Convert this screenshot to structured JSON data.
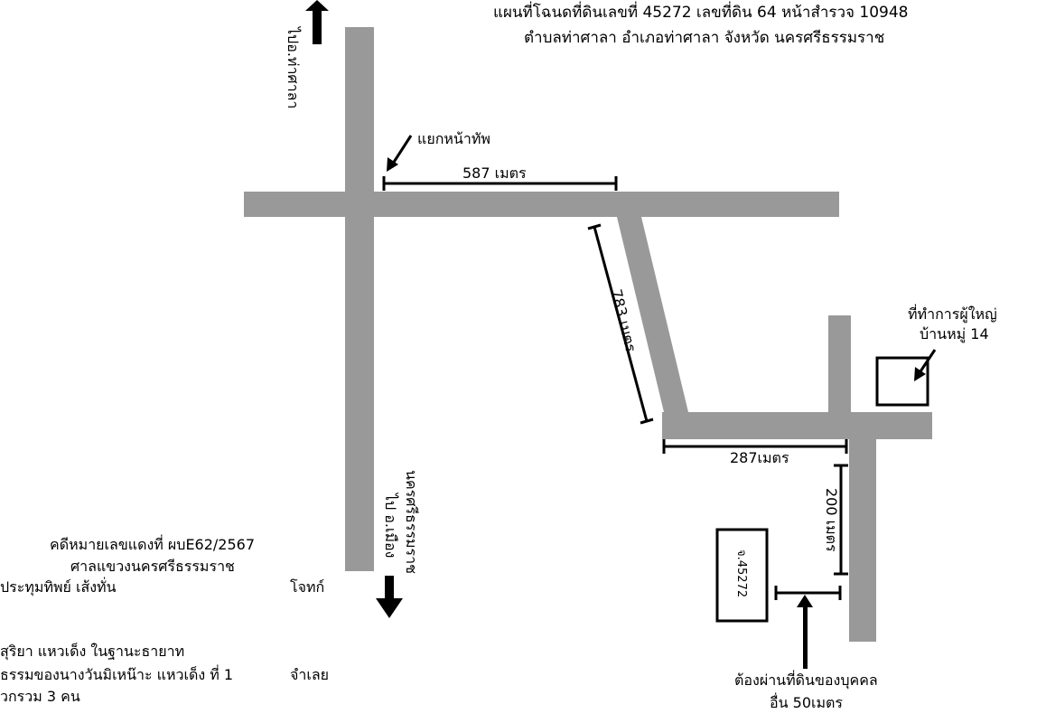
{
  "title": {
    "line1": "แผนที่โฉนดที่ดินเลขที่ 45272 เลขที่ดิน 64 หน้าสำรวจ 10948",
    "line2": "ตำบลท่าศาลา อำเภอท่าศาลา จังหวัด นครศรีธรรมราช"
  },
  "labels": {
    "to_tha_sala": "ไปอ.ท่าศาลา",
    "to_mueang_1": "ไป อ.เมือง",
    "to_mueang_2": "นครศรีธรรมราช",
    "intersection": "แยกหน้าทัพ",
    "dist_587": "587 เมตร",
    "dist_783": "783 เมตร",
    "dist_287": "287เมตร",
    "dist_200": "200 เมตร",
    "headman_1": "ที่ทำการผู้ใหญ่",
    "headman_2": "บ้านหมู่ 14",
    "parcel": "จ.45272",
    "pass_1": "ต้องผ่านที่ดินของบุคคล",
    "pass_2": "อื่น 50เมตร"
  },
  "case": {
    "case_no": "คดีหมายเลขแดงที่ ผบE62/2567",
    "court": "ศาลแขวงนครศรีธรรมราช",
    "plaintiff": "ประทุมทิพย์ เส้งทั่น",
    "plaintiff_role": "โจทก์",
    "defendant_1": "สุริยา แหวเด็ง  ในฐานะธายาท",
    "defendant_2": "ธรรมของนางวันมิเหน๊าะ แหวเด็ง ที่ 1",
    "defendant_3": "วกรวม 3 คน",
    "defendant_role": "จำเลย"
  },
  "colors": {
    "road": "#999999",
    "ink": "#000000",
    "background": "#ffffff"
  }
}
